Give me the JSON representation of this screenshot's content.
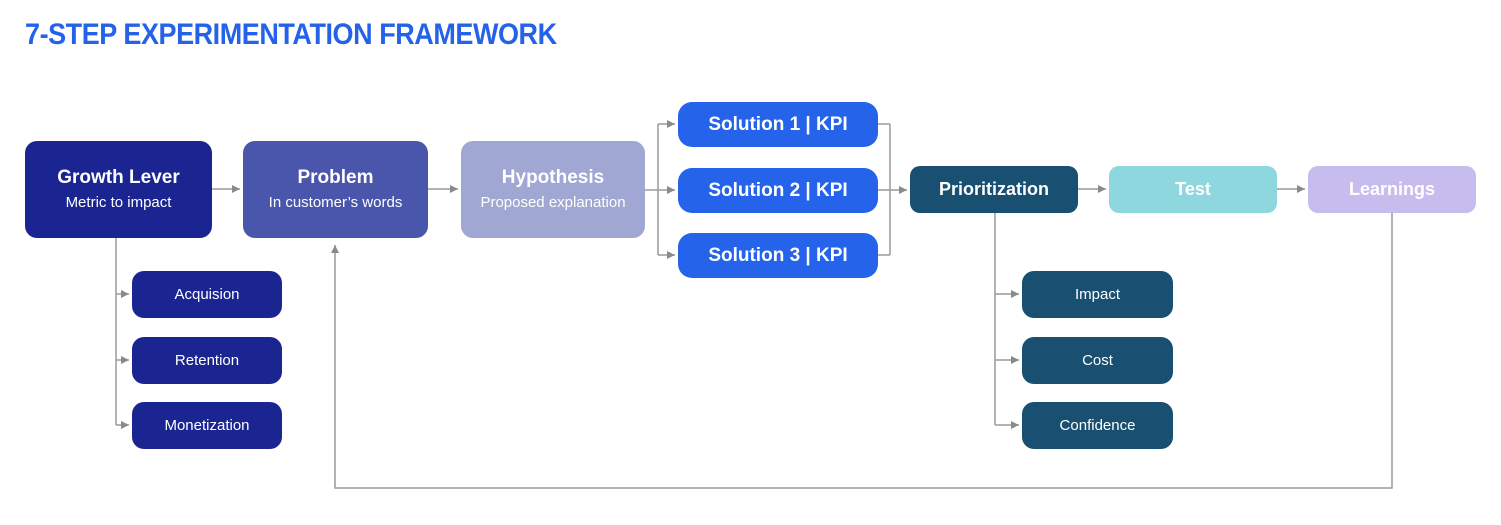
{
  "title": "7-STEP EXPERIMENTATION FRAMEWORK",
  "colors": {
    "title_blue": "#2462e9",
    "navy": "#1b2591",
    "indigo": "#4a56ab",
    "periwinkle": "#a0a7d2",
    "bright_blue": "#2563ea",
    "dark_teal": "#194f70",
    "light_cyan": "#8fd7de",
    "lavender": "#c6bdee",
    "connector_gray": "#9a9a9a"
  },
  "nodes": {
    "growth_lever": {
      "title": "Growth Lever",
      "subtitle": "Metric to impact"
    },
    "problem": {
      "title": "Problem",
      "subtitle": "In customer’s words"
    },
    "hypothesis": {
      "title": "Hypothesis",
      "subtitle": "Proposed explanation"
    },
    "solution_1": {
      "label": "Solution 1 | KPI"
    },
    "solution_2": {
      "label": "Solution 2 | KPI"
    },
    "solution_3": {
      "label": "Solution 3 | KPI"
    },
    "prioritization": {
      "label": "Prioritization"
    },
    "test": {
      "label": "Test"
    },
    "learnings": {
      "label": "Learnings"
    },
    "growth_lever_types": {
      "acquisition": "Acquision",
      "retention": "Retention",
      "monetization": "Monetization"
    },
    "prioritization_criteria": {
      "impact": "Impact",
      "cost": "Cost",
      "confidence": "Confidence"
    }
  }
}
